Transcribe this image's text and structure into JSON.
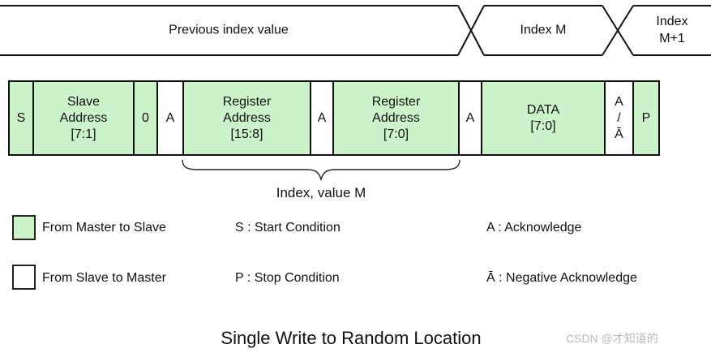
{
  "colors": {
    "master_to_slave_green": "#cbf2c9",
    "slave_to_master_white": "#ffffff",
    "line_black": "#111111",
    "watermark_gray": "#b9b9b9"
  },
  "top_bus": {
    "segments": [
      {
        "label": "Previous index value"
      },
      {
        "label": "Index M"
      },
      {
        "label": "Index\nM+1"
      }
    ]
  },
  "frame": {
    "cells": [
      {
        "label": "S",
        "fill": "master"
      },
      {
        "label": "Slave\nAddress\n[7:1]",
        "fill": "master"
      },
      {
        "label": "0",
        "fill": "master"
      },
      {
        "label": "A",
        "fill": "slave"
      },
      {
        "label": "Register\nAddress\n[15:8]",
        "fill": "master"
      },
      {
        "label": "A",
        "fill": "slave"
      },
      {
        "label": "Register\nAddress\n[7:0]",
        "fill": "master"
      },
      {
        "label": "A",
        "fill": "slave"
      },
      {
        "label": "DATA\n[7:0]",
        "fill": "master"
      },
      {
        "label": "A\n/\nĀ",
        "fill": "slave"
      },
      {
        "label": "P",
        "fill": "master"
      }
    ],
    "brace_label": "Index, value M"
  },
  "legend": {
    "master_label": "From Master to Slave",
    "slave_label": "From Slave to Master",
    "start_def": "S : Start Condition",
    "stop_def": "P : Stop Condition",
    "ack_def": "A : Acknowledge",
    "nack_def": "Ā : Negative Acknowledge"
  },
  "title": "Single Write to Random Location",
  "watermark": "CSDN @才知道的"
}
